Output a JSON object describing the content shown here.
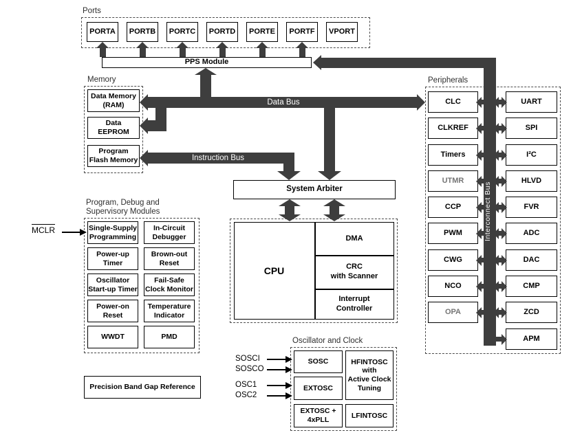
{
  "ports": {
    "label": "Ports",
    "items": [
      "PORTA",
      "PORTB",
      "PORTC",
      "PORTD",
      "PORTE",
      "PORTF",
      "VPORT"
    ]
  },
  "pps": {
    "label": "PPS Module"
  },
  "memory": {
    "label": "Memory",
    "ram": [
      "Data Memory",
      "(RAM)"
    ],
    "eeprom": [
      "Data",
      "EEPROM"
    ],
    "flash": [
      "Program",
      "Flash Memory"
    ]
  },
  "buses": {
    "data": "Data Bus",
    "instruction": "Instruction Bus",
    "interconnect": "Interconnect Bus"
  },
  "arbiter": {
    "label": "System Arbiter"
  },
  "cpu": {
    "label": "CPU",
    "dma": "DMA",
    "crc": [
      "CRC",
      "with Scanner"
    ],
    "interrupt": [
      "Interrupt",
      "Controller"
    ]
  },
  "debug": {
    "title": [
      "Program, Debug and",
      "Supervisory Modules"
    ],
    "mclr": "MCLR",
    "cells": [
      {
        "l": [
          "Single-Supply",
          "Programming"
        ],
        "r": [
          "In-Circuit",
          "Debugger"
        ]
      },
      {
        "l": [
          "Power-up",
          "Timer"
        ],
        "r": [
          "Brown-out",
          "Reset"
        ]
      },
      {
        "l": [
          "Oscillator",
          "Start-up Timer"
        ],
        "r": [
          "Fail-Safe",
          "Clock Monitor"
        ]
      },
      {
        "l": [
          "Power-on",
          "Reset"
        ],
        "r": [
          "Temperature",
          "Indicator"
        ]
      },
      {
        "l": [
          "WWDT"
        ],
        "r": [
          "PMD"
        ]
      }
    ]
  },
  "bandgap": {
    "label": "Precision Band Gap Reference"
  },
  "osc": {
    "label": "Oscillator and Clock",
    "inputs": [
      "SOSCI",
      "SOSCO",
      "OSC1",
      "OSC2"
    ],
    "sosc": "SOSC",
    "extosc": "EXTOSC",
    "extoscpll": [
      "EXTOSC +",
      "4xPLL"
    ],
    "hfintosc": [
      "HFINTOSC",
      "with",
      "Active Clock",
      "Tuning"
    ],
    "lfintosc": "LFINTOSC"
  },
  "peripherals": {
    "label": "Peripherals",
    "left": [
      "CLC",
      "CLKREF",
      "Timers",
      "UTMR",
      "CCP",
      "PWM",
      "CWG",
      "NCO",
      "OPA"
    ],
    "right": [
      "UART",
      "SPI",
      "I²C",
      "HLVD",
      "FVR",
      "ADC",
      "DAC",
      "CMP",
      "ZCD",
      "APM"
    ]
  },
  "colors": {
    "bus": "#3e3e3e",
    "muted_text": "#757575",
    "box_border": "#000000",
    "background": "#ffffff"
  }
}
